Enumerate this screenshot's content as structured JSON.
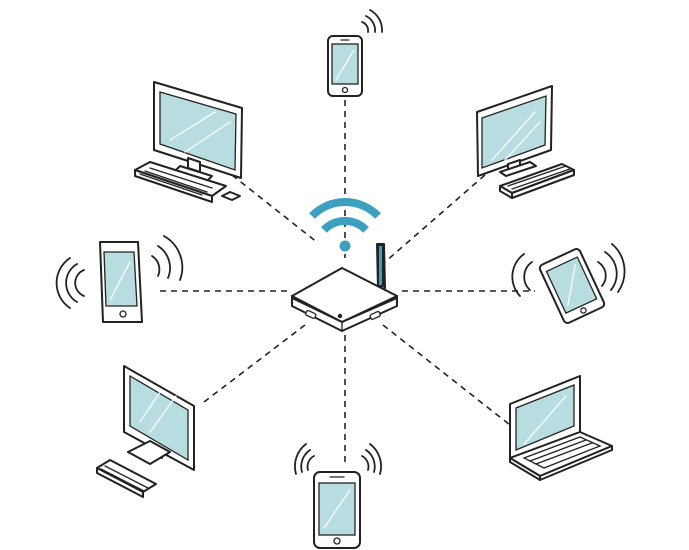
{
  "diagram": {
    "type": "wireless-network-topology",
    "hub": {
      "name": "wifi-router",
      "icon": "router-icon"
    },
    "nodes": [
      {
        "name": "smartphone",
        "icon": "smartphone-icon",
        "position": "top"
      },
      {
        "name": "desktop-monitor",
        "icon": "monitor-icon",
        "position": "top-right"
      },
      {
        "name": "tablet",
        "icon": "tablet-icon",
        "position": "right"
      },
      {
        "name": "laptop",
        "icon": "laptop-icon",
        "position": "bottom-right"
      },
      {
        "name": "smartphone",
        "icon": "smartphone-icon",
        "position": "bottom"
      },
      {
        "name": "desktop-monitor",
        "icon": "monitor-icon",
        "position": "bottom-left"
      },
      {
        "name": "tablet",
        "icon": "tablet-icon",
        "position": "left"
      },
      {
        "name": "desktop-monitor",
        "icon": "monitor-icon",
        "position": "top-left"
      }
    ],
    "connection_style": "dashed",
    "colors": {
      "outline": "#222222",
      "screen": "#b7dde0",
      "wifi_signal": "#3da0c0",
      "device_body": "#ffffff"
    }
  }
}
